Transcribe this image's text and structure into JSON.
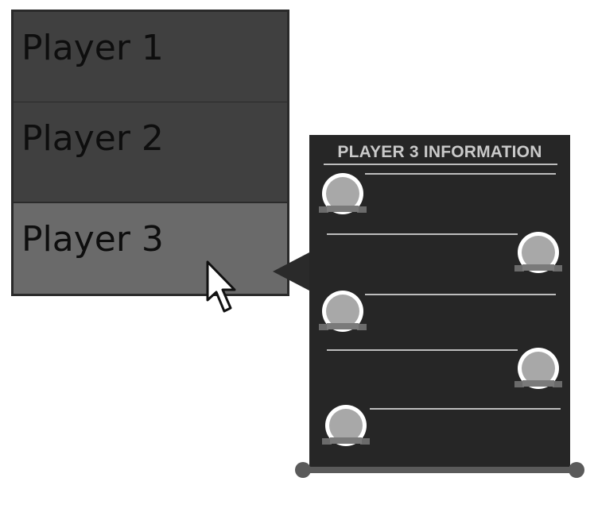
{
  "player_list": {
    "items": [
      {
        "label": "Player 1"
      },
      {
        "label": "Player 2"
      },
      {
        "label": "Player 3"
      }
    ],
    "selected": "Player 3"
  },
  "info_panel": {
    "title": "PLAYER 3 INFORMATION",
    "entries": [
      {
        "avatar_side": "left"
      },
      {
        "avatar_side": "right"
      },
      {
        "avatar_side": "left"
      },
      {
        "avatar_side": "right"
      },
      {
        "avatar_side": "left"
      }
    ]
  },
  "colors": {
    "list_bg": "#404040",
    "selected_bg": "#6a6a6a",
    "panel_bg": "#262626",
    "line": "#bdbdbd",
    "avatar_fill": "#a8a8a8"
  }
}
